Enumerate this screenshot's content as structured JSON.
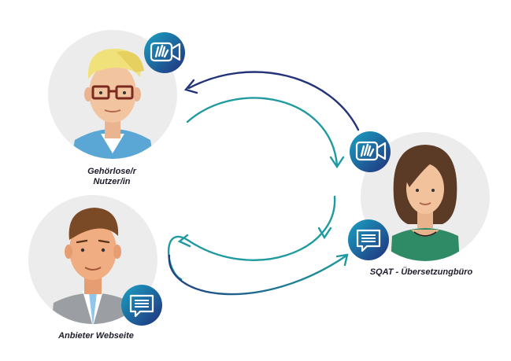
{
  "participants": {
    "user": {
      "label_line1": "Gehörlose/r",
      "label_line2": "Nutzer/in",
      "badge_icon": "sign-language-icon"
    },
    "provider": {
      "label": "Anbieter Webseite",
      "badge_icon": "chat-text-icon"
    },
    "sqat": {
      "label": "SQAT - Übersetzungbüro",
      "badge_icons": [
        "sign-language-icon",
        "chat-text-icon"
      ]
    }
  },
  "colors": {
    "circle_bg": "#ececec",
    "arrow_navy": "#23337a",
    "arrow_teal": "#1e9aa0",
    "badge_dark": "#21307c",
    "badge_light": "#1aa2c4"
  }
}
